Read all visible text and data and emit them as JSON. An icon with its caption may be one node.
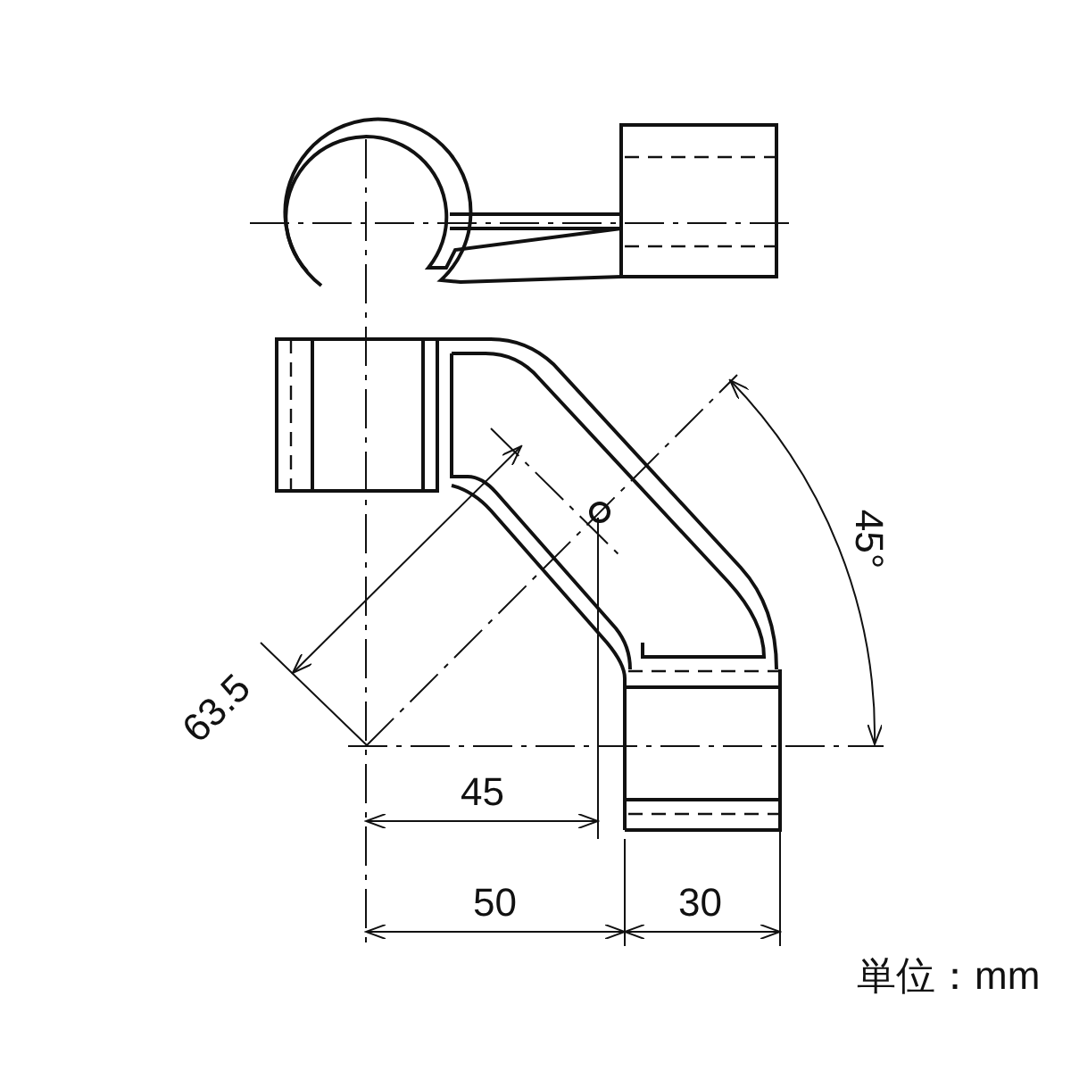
{
  "diagram": {
    "labels": [
      "45°",
      "63.5",
      "45",
      "50",
      "30",
      "単位：mm"
    ]
  }
}
